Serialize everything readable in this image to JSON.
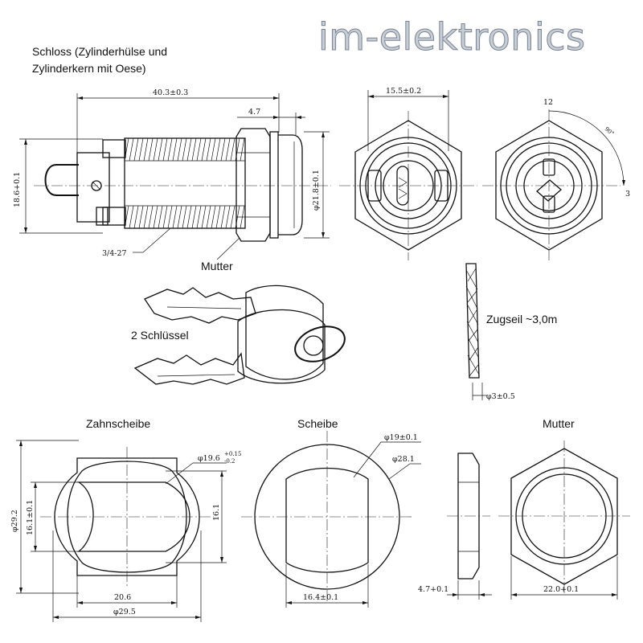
{
  "brand": {
    "logo_text": "im-elektronics"
  },
  "labels": {
    "title_line1": "Schloss (Zylinderhülse und",
    "title_line2": "Zylinderkern mit Oese)",
    "mutter_callout": "Mutter",
    "keys": "2 Schlüssel",
    "cable": "Zugseil ~3,0m",
    "zahnscheibe": "Zahnscheibe",
    "scheibe": "Scheibe",
    "mutter": "Mutter"
  },
  "dimensions": {
    "lock_length": "40.3±0.3",
    "lock_flange": "4.7",
    "lock_height": "18.6+0.1",
    "lock_flange_dia": "φ21.8±0.1",
    "thread": "3/4-27",
    "front_hex": "15.5±0.2",
    "rot_12": "12",
    "rot_3": "3",
    "rot_angle": "90°",
    "cable_dia": "φ3±0.5",
    "zs_inner_dia": "φ19.6",
    "zs_inner_tol_up": "+0.15",
    "zs_inner_tol_dn": "-0.2",
    "zs_outer_dia_v": "φ29.2",
    "zs_flat_v": "16.1±0.1",
    "zs_flat_v_right": "16.1",
    "zs_width": "20.6",
    "zs_outer_dia": "φ29.5",
    "sc_inner_dia": "φ19±0.1",
    "sc_outer_dia": "φ28.1",
    "sc_width": "16.4±0.1",
    "mu_thickness": "4.7+0.1",
    "mu_width": "22.0+0.1"
  },
  "icons": {
    "keys": "key-pair-icon",
    "cable": "twisted-cable-icon"
  }
}
